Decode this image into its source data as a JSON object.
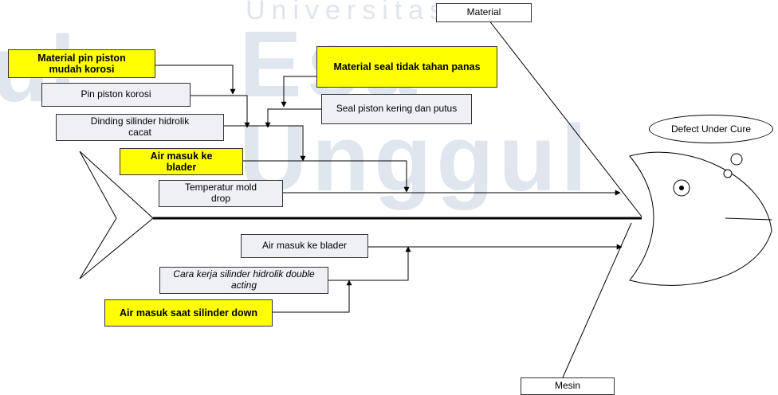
{
  "watermark": {
    "top": "Universitas",
    "main": "Esa Unggul",
    "left": "ul"
  },
  "categories": {
    "material": "Material",
    "mesin": "Mesin"
  },
  "effect": "Defect Under Cure",
  "causes": {
    "material_pin_piston": "Material pin piston mudah korosi",
    "pin_piston_korosi": "Pin piston korosi",
    "dinding_silinder": "Dinding silinder hidrolik cacat",
    "air_masuk_bladder_top": "Air masuk ke blader",
    "temperatur_mold": "Temperatur mold drop",
    "material_seal": "Material seal tidak tahan panas",
    "seal_piston": "Seal piston kering dan putus",
    "air_masuk_bladder_bottom": "Air masuk ke blader",
    "cara_kerja_silinder": "Cara kerja silinder hidrolik double acting",
    "air_masuk_silinder_down": "Air masuk saat silinder down"
  },
  "colors": {
    "highlight": "#ffff00",
    "box_fill": "#eef0f6",
    "line": "#000000"
  }
}
